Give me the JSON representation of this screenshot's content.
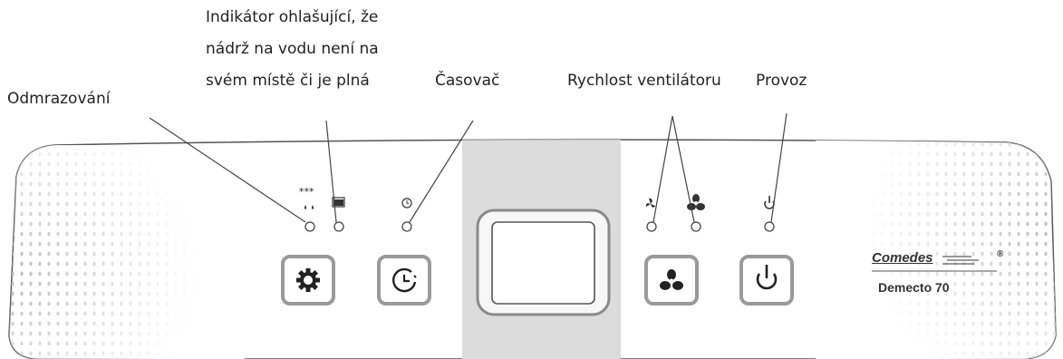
{
  "labels": {
    "defrost": "Odmrazování",
    "tank_line1": "Indikátor ohlašující, že",
    "tank_line2": "nádrž na vodu není na",
    "tank_line3": "svém místě či je plná",
    "timer": "Časovač",
    "fan_speed": "Rychlost ventilátoru",
    "power": "Provoz"
  },
  "indicators": {
    "defrost_symbol": "***"
  },
  "brand": {
    "name": "Comedes",
    "trademark": "®",
    "model": "Demecto 70"
  },
  "icons": [
    "snowflake-drops-icon",
    "water-tank-icon",
    "clock-icon",
    "fan-low-icon",
    "fan-high-icon",
    "power-icon",
    "gear-icon",
    "timer-icon",
    "fan-icon"
  ],
  "colors": {
    "panel_stroke": "#555555",
    "button_border": "#9a9a9a",
    "display_band": "#dcdcdc",
    "dots": "#bdbdbd"
  }
}
